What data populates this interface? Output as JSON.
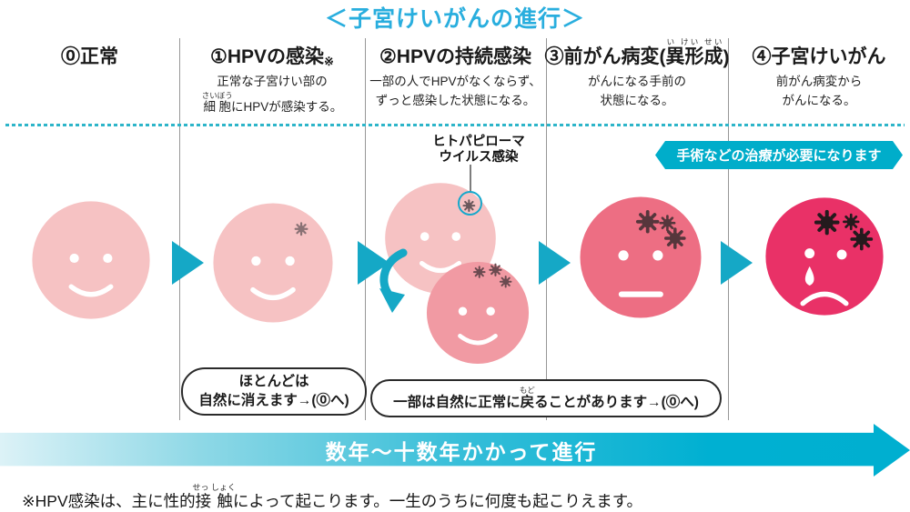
{
  "title": "＜子宮けいがんの進行＞",
  "stages": [
    {
      "header": [
        {
          "t": "⓪正常"
        }
      ],
      "desc": []
    },
    {
      "header": [
        {
          "t": "①HPVの感染"
        },
        {
          "t": "※",
          "c": "sup"
        }
      ],
      "desc": [
        [
          {
            "t": "正常な子宮けい部の"
          }
        ],
        [
          {
            "t": "細胞",
            "r": "さいぼう"
          },
          {
            "t": "にHPVが感染する。"
          }
        ]
      ]
    },
    {
      "header": [
        {
          "t": "②HPVの持続感染"
        }
      ],
      "desc": [
        [
          {
            "t": "一部の人でHPVがなくならず、"
          }
        ],
        [
          {
            "t": "ずっと感染した状態になる。"
          }
        ]
      ]
    },
    {
      "header": [
        {
          "t": "③前がん病変("
        },
        {
          "t": "異形成",
          "r": "い けい せい"
        },
        {
          "t": ")"
        }
      ],
      "desc": [
        [
          {
            "t": "がんになる手前の"
          }
        ],
        [
          {
            "t": "状態になる。"
          }
        ]
      ]
    },
    {
      "header": [
        {
          "t": "④子宮けいがん"
        }
      ],
      "desc": [
        [
          {
            "t": "前がん病変から"
          }
        ],
        [
          {
            "t": "がんになる。"
          }
        ]
      ]
    }
  ],
  "virus_label": {
    "line1": "ヒトパピローマ",
    "line2": "ウイルス感染"
  },
  "treatment_badge": "手術などの治療が必要になります",
  "callouts": {
    "mostly_disappears": [
      [
        {
          "t": "ほとんどは"
        }
      ],
      [
        {
          "t": "自然に消えます→(⓪へ)"
        }
      ]
    ],
    "some_return": [
      [
        {
          "t": "一部は自然に正常に"
        },
        {
          "t": "戻",
          "r": "もど"
        },
        {
          "t": "ることがあります→(⓪へ)"
        }
      ]
    ]
  },
  "timeline_arrow": "数年〜十数年かかって進行",
  "footnote": [
    {
      "t": "※HPV感染は、主に性的"
    },
    {
      "t": "接触",
      "r": "せっ しょく"
    },
    {
      "t": "によって起こります。一生のうちに何度も起こりえます。"
    }
  ],
  "colors": {
    "title_cyan": "#29aede",
    "accent_cyan": "#15a8c6",
    "badge_cyan": "#00adca",
    "face_pink_light": "#f6c2c3",
    "face_pink_medium": "#f19aa3",
    "face_pink_dark": "#ed6e83",
    "face_red": "#e93167",
    "virus_gray": "#8a7275",
    "virus_maroon": "#56363c",
    "virus_black": "#241a1d"
  }
}
